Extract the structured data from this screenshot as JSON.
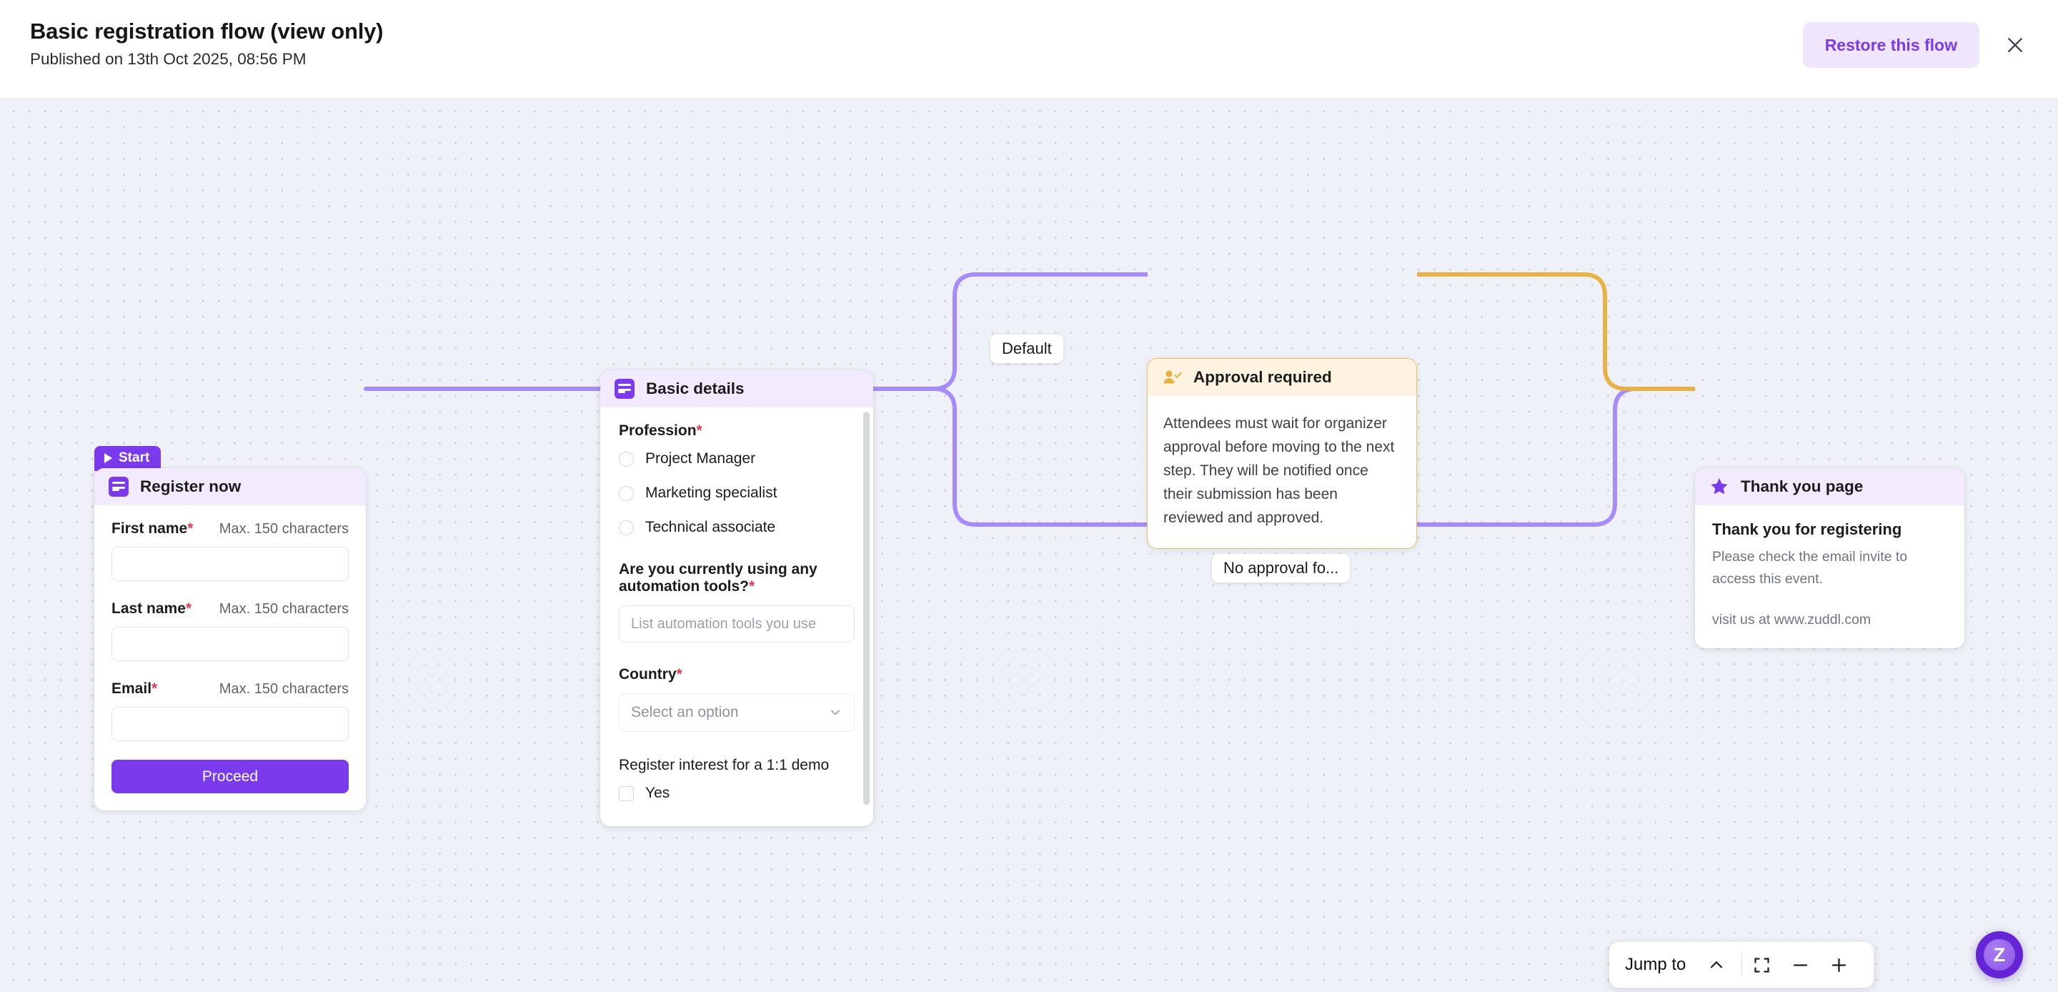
{
  "header": {
    "title": "Basic registration flow (view only)",
    "subtitle": "Published on 13th Oct 2025, 08:56 PM",
    "restore_label": "Restore this flow",
    "close_icon": "close-icon"
  },
  "nodes": {
    "start_badge": {
      "label": "Start",
      "icon": "play-icon"
    },
    "register": {
      "title": "Register now",
      "icon": "form-icon",
      "fields": [
        {
          "label": "First name",
          "required": "*",
          "hint": "Max. 150 characters",
          "value": ""
        },
        {
          "label": "Last name",
          "required": "*",
          "hint": "Max. 150 characters",
          "value": ""
        },
        {
          "label": "Email",
          "required": "*",
          "hint": "Max. 150 characters",
          "value": ""
        }
      ],
      "submit_label": "Proceed"
    },
    "basic_details": {
      "title": "Basic details",
      "icon": "form-icon",
      "profession_label": "Profession",
      "profession_required": "*",
      "profession_options": [
        "Project Manager",
        "Marketing specialist",
        "Technical associate"
      ],
      "automation_label": "Are you currently using any automation tools?",
      "automation_required": "*",
      "automation_placeholder": "List automation tools you use",
      "country_label": "Country",
      "country_required": "*",
      "country_placeholder": "Select an option",
      "demo_label": "Register interest for a 1:1 demo",
      "demo_option": "Yes"
    },
    "approval": {
      "title": "Approval required",
      "icon": "user-check-icon",
      "body": "Attendees must wait for organizer approval before moving to the next step. They will be notified once their submission has been reviewed and approved."
    },
    "thankyou": {
      "title": "Thank you page",
      "icon": "star-icon",
      "heading": "Thank you for registering",
      "body": "Please check the email invite to access this event.",
      "link_text": "visit us at www.zuddl.com"
    }
  },
  "edge_labels": {
    "default": "Default",
    "no_approval": "No approval fo..."
  },
  "toolbar": {
    "jump_to_label": "Jump to",
    "chevron_icon": "chevron-up-icon",
    "fit_icon": "fit-screen-icon",
    "zoom_out_icon": "minus-icon",
    "zoom_in_icon": "plus-icon"
  },
  "fab": {
    "label": "Z",
    "name": "zuddl-assistant-button"
  },
  "colors": {
    "accent": "#7c3aed",
    "edge_purple": "#a78bfa",
    "edge_amber": "#e8b145",
    "canvas_bg": "#eef1f7",
    "header_purple": "#f2ebfd",
    "header_amber": "#fdf3e0",
    "required_red": "#e23b52"
  }
}
